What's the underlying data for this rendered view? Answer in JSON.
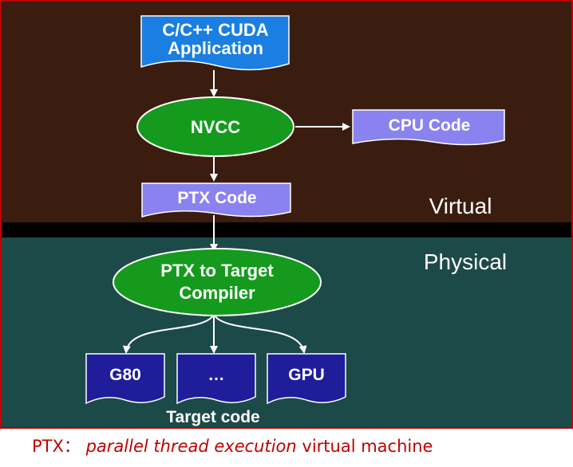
{
  "diagram": {
    "app_line1": "C/C++ CUDA",
    "app_line2": "Application",
    "nvcc": "NVCC",
    "cpu_code": "CPU Code",
    "ptx_code": "PTX Code",
    "virtual_label": "Virtual",
    "physical_label": "Physical",
    "compiler_line1": "PTX to Target",
    "compiler_line2": "Compiler",
    "target_g80": "G80",
    "target_dots": "…",
    "target_gpu": "GPU",
    "target_code_label": "Target code"
  },
  "colors": {
    "virtual_bg": "#3b1d10",
    "physical_bg": "#1c4a48",
    "app_box": "#1a7fe0",
    "ellipse": "#159a1d",
    "lavender_box": "#8a82ee",
    "target_box": "#1f1d9a",
    "caption": "#c00000"
  },
  "caption": {
    "prefix": "PTX：",
    "italic": "parallel thread execution",
    "suffix": "virtual machine"
  }
}
